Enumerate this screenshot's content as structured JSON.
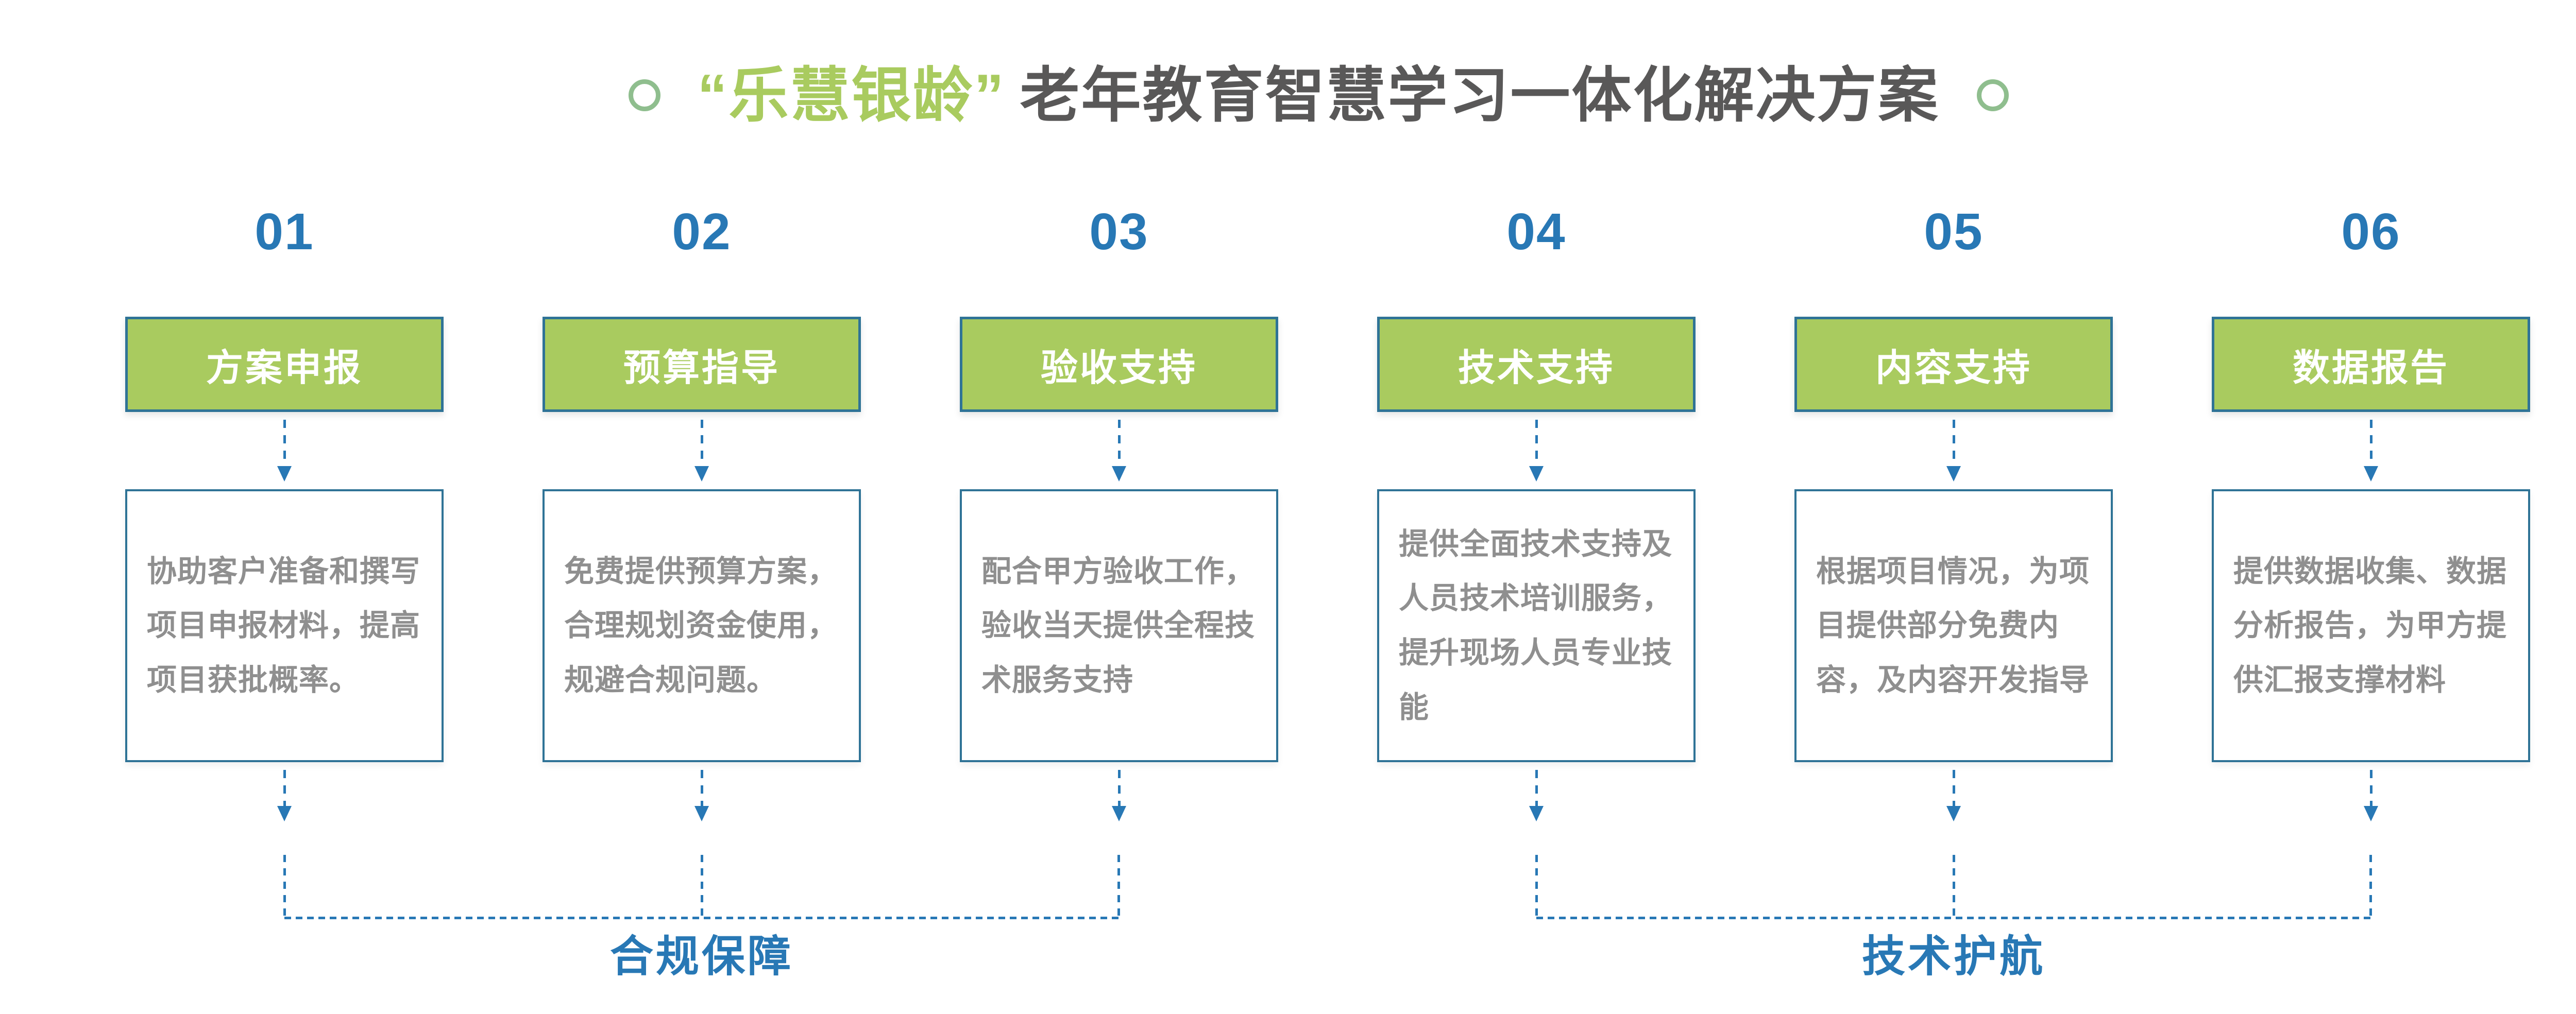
{
  "title": {
    "brand": "“乐慧银龄”",
    "rest": "老年教育智慧学习一体化解决方案"
  },
  "columns": [
    {
      "number": "01",
      "title": "方案申报",
      "detail": "协助客户准备和撰写项目申报材料，提高项目获批概率。"
    },
    {
      "number": "02",
      "title": "预算指导",
      "detail": "免费提供预算方案，合理规划资金使用，规避合规问题。"
    },
    {
      "number": "03",
      "title": "验收支持",
      "detail": "配合甲方验收工作，验收当天提供全程技术服务支持"
    },
    {
      "number": "04",
      "title": "技术支持",
      "detail": "提供全面技术支持及人员技术培训服务，提升现场人员专业技能"
    },
    {
      "number": "05",
      "title": "内容支持",
      "detail": "根据项目情况，为项目提供部分免费内容，及内容开发指导"
    },
    {
      "number": "06",
      "title": "数据报告",
      "detail": "提供数据收集、数据分析报告，为甲方提供汇报支撑材料"
    }
  ],
  "groups": [
    {
      "label": "合规保障"
    },
    {
      "label": "技术护航"
    }
  ],
  "colors": {
    "brand_green": "#a9cb5f",
    "ring_green": "#8fbe8e",
    "box_border_teal": "#2f7396",
    "accent_blue": "#2878b5",
    "title_dark": "#595858",
    "body_text_gray": "#8f8f8f"
  }
}
